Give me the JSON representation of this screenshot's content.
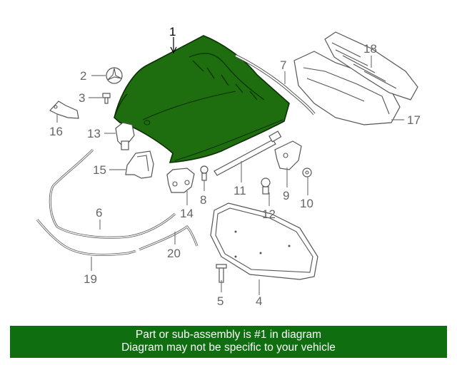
{
  "highlight_color": "#1e6e0f",
  "footer_color": "#0f6e0f",
  "callouts": {
    "c1": "1",
    "c2": "2",
    "c3": "3",
    "c4": "4",
    "c5": "5",
    "c6": "6",
    "c7": "7",
    "c8": "8",
    "c9": "9",
    "c10": "10",
    "c11": "11",
    "c12": "12",
    "c13": "13",
    "c14": "14",
    "c15": "15",
    "c16": "16",
    "c17": "17",
    "c18": "18",
    "c19": "19",
    "c20": "20"
  },
  "footer": {
    "line1": "Part or sub-assembly is #1 in diagram",
    "line2": "Diagram may not be specific to your vehicle"
  }
}
